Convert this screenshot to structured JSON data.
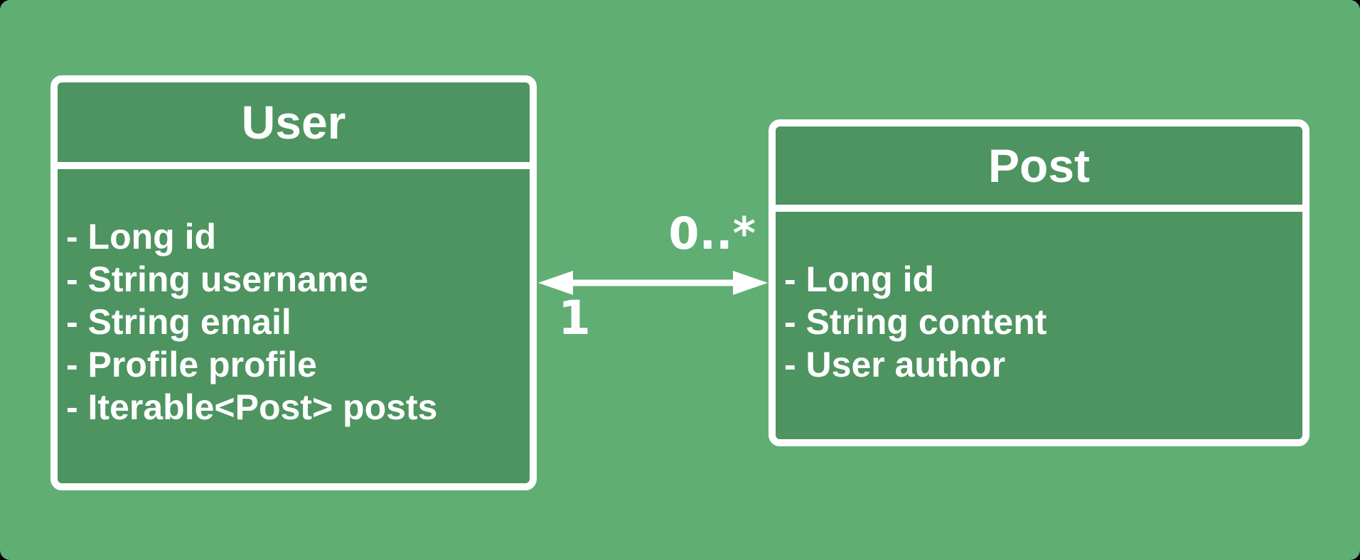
{
  "colors": {
    "screen_behind_canvas": "#000000",
    "canvas_background": "#60AE74",
    "shape_fill": "#4D9460",
    "stroke_and_text": "#FFFFFF"
  },
  "diagram": {
    "type": "uml-class-diagram",
    "classes": [
      {
        "name": "User",
        "attributes": [
          "- Long id",
          "- String username",
          "- String email",
          "- Profile profile",
          "- Iterable<Post> posts"
        ]
      },
      {
        "name": "Post",
        "attributes": [
          "- Long id",
          "- String content",
          "- User author"
        ]
      }
    ],
    "association": {
      "from": "User",
      "to": "Post",
      "source_multiplicity": "1",
      "target_multiplicity": "0..*",
      "style": "double-headed-arrow"
    }
  }
}
